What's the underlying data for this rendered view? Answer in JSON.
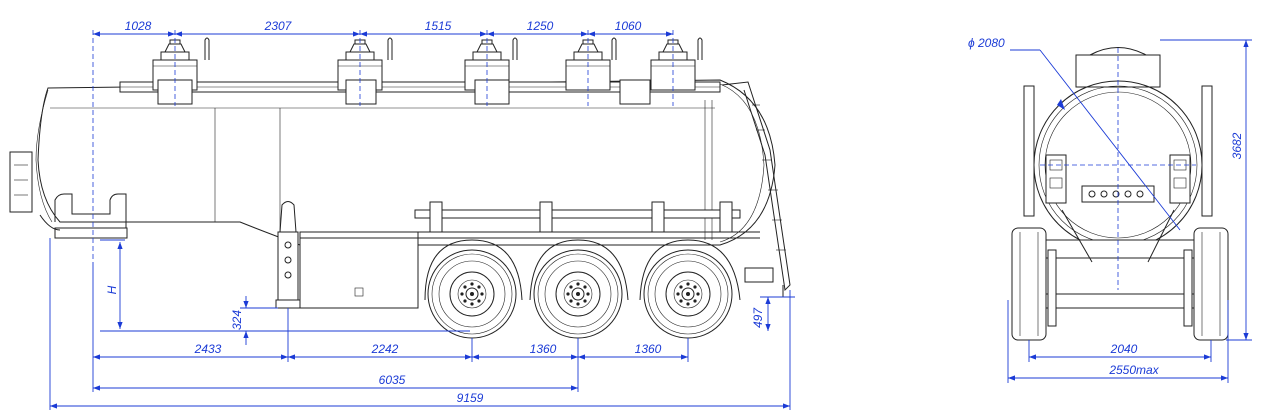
{
  "side_view": {
    "top_dimensions": [
      "1028",
      "2307",
      "1515",
      "1250",
      "1060"
    ],
    "bottom_row_1": [
      "2433",
      "2242",
      "1360",
      "1360"
    ],
    "bottom_row_2": "6035",
    "bottom_row_3": "9159",
    "height_label": "H",
    "coupling_height": "324",
    "rear_height": "497"
  },
  "rear_view": {
    "tank_diameter": "ϕ 2080",
    "overall_height": "3682",
    "track_width": "2040",
    "overall_width": "2550max"
  },
  "colors": {
    "dimension": "#1b3bd6",
    "outline": "#222222"
  }
}
